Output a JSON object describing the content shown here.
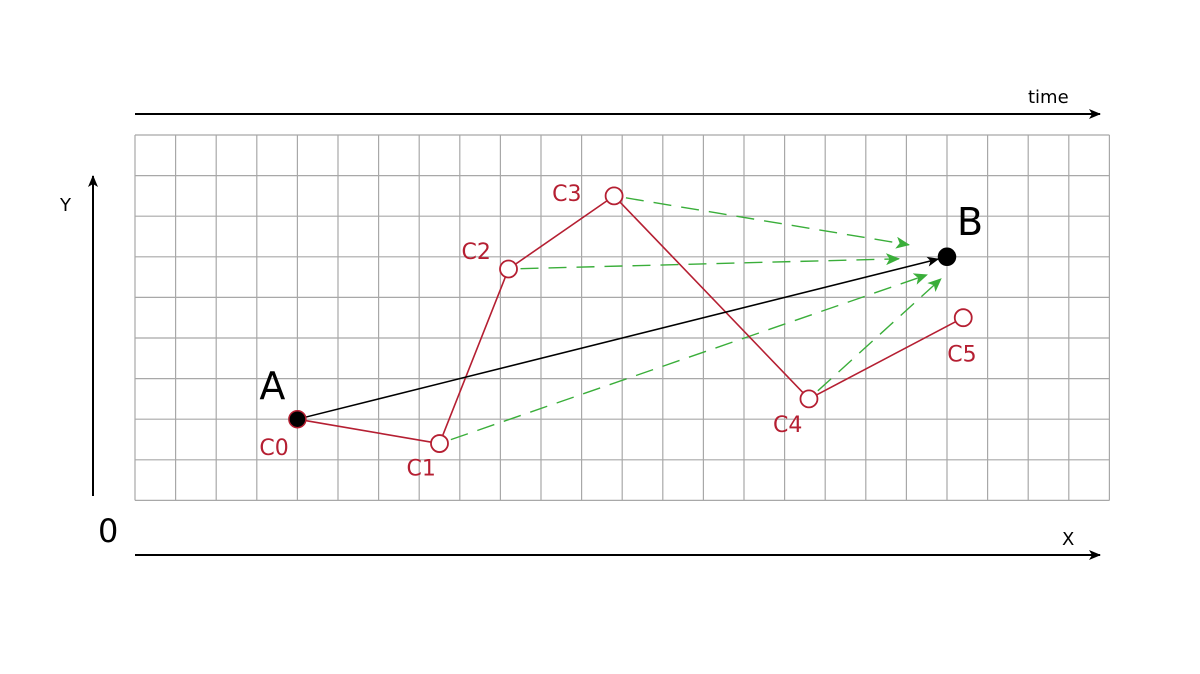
{
  "labels": {
    "time": "time",
    "x": "X",
    "y": "Y",
    "origin": "0"
  },
  "endpoints": [
    {
      "id": "A",
      "label": "A",
      "cell": [
        4,
        2
      ]
    },
    {
      "id": "B",
      "label": "B",
      "cell": [
        20,
        6
      ]
    }
  ],
  "path_nodes": [
    {
      "id": "C0",
      "label": "C0",
      "cell": [
        4,
        2
      ]
    },
    {
      "id": "C1",
      "label": "C1",
      "cell": [
        7.5,
        1.4
      ]
    },
    {
      "id": "C2",
      "label": "C2",
      "cell": [
        9.2,
        5.7
      ]
    },
    {
      "id": "C3",
      "label": "C3",
      "cell": [
        11.8,
        7.5
      ]
    },
    {
      "id": "C4",
      "label": "C4",
      "cell": [
        16.6,
        2.5
      ]
    },
    {
      "id": "C5",
      "label": "C5",
      "cell": [
        20.4,
        4.5
      ]
    }
  ],
  "grid": {
    "columns": 24,
    "rows": 9
  },
  "colors": {
    "path": "#b51f32",
    "arrows": "#3aae3a",
    "direct": "#000000",
    "grid": "#a8a8a8"
  }
}
